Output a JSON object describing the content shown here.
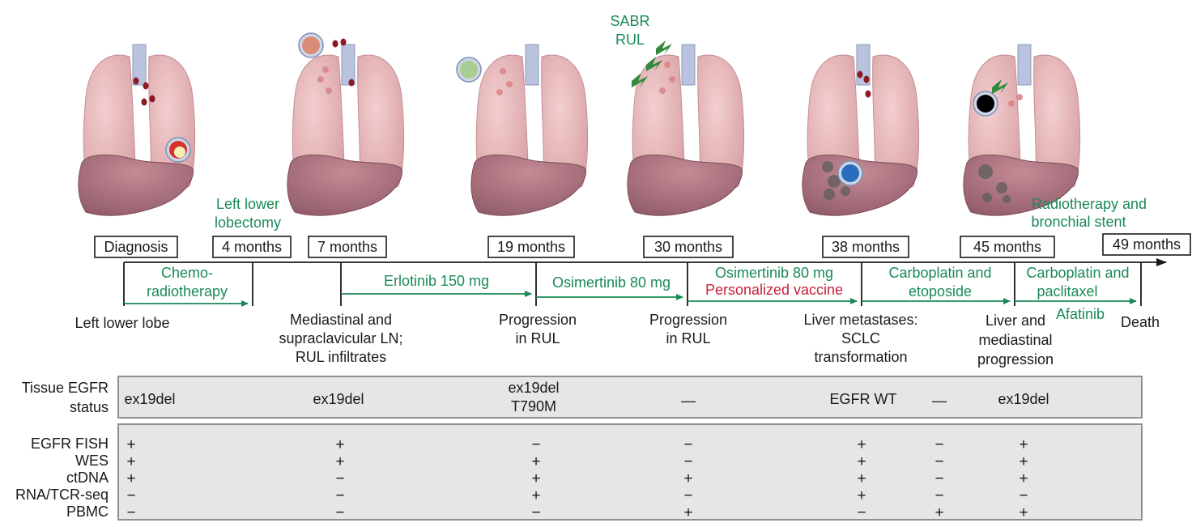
{
  "colors": {
    "treatment_green": "#1a8a55",
    "vaccine_red": "#c8203c",
    "lung_pink": "#e8b7b9",
    "liver_mauve": "#a8717e",
    "panel_gray": "#e6e6e6",
    "panel_border": "#8f8f8f"
  },
  "timepoints": [
    {
      "label": "Diagnosis"
    },
    {
      "label": "4 months"
    },
    {
      "label": "7 months"
    },
    {
      "label": "19 months"
    },
    {
      "label": "30 months"
    },
    {
      "label": "38 months"
    },
    {
      "label": "45 months"
    },
    {
      "label": "49 months"
    }
  ],
  "annotations": {
    "surgery": [
      "Left lower",
      "lobectomy"
    ],
    "sabr": [
      "SABR",
      "RUL"
    ],
    "radiotherapy": [
      "Radiotherapy and",
      "bronchial stent"
    ]
  },
  "treatments": [
    {
      "lines": [
        "Chemo-",
        "radiotherapy"
      ]
    },
    {
      "lines": [
        "Erlotinib 150 mg"
      ]
    },
    {
      "lines": [
        "Osimertinib 80 mg"
      ]
    },
    {
      "lines": [
        "Osimertinib 80 mg"
      ],
      "lines_red": [
        "Personalized vaccine"
      ]
    },
    {
      "lines": [
        "Carboplatin and",
        "etoposide"
      ]
    },
    {
      "lines": [
        "Carboplatin and",
        "paclitaxel"
      ]
    },
    {
      "lines": [
        "Afatinib"
      ]
    }
  ],
  "events": [
    {
      "lines": [
        "Left lower lobe"
      ]
    },
    {
      "lines": [
        "Mediastinal and",
        "supraclavicular LN;",
        "RUL infiltrates"
      ]
    },
    {
      "lines": [
        "Progression",
        "in RUL"
      ]
    },
    {
      "lines": [
        "Progression",
        "in RUL"
      ]
    },
    {
      "lines": [
        "Liver metastases:",
        "SCLC",
        "transformation"
      ]
    },
    {
      "lines": [
        "Liver and",
        "mediastinal",
        "progression"
      ]
    },
    {
      "lines": [
        "Death"
      ]
    }
  ],
  "tissue_panel": {
    "row_label": [
      "Tissue EGFR",
      "status"
    ],
    "cells": [
      [
        "ex19del"
      ],
      [
        "ex19del"
      ],
      [
        "ex19del",
        "T790M"
      ],
      [
        "—"
      ],
      [
        "EGFR WT"
      ],
      [
        "—"
      ],
      [
        "ex19del"
      ]
    ]
  },
  "assay_panel": {
    "rows": [
      {
        "label": "EGFR FISH",
        "values": [
          "+",
          "+",
          "−",
          "−",
          "+",
          "−",
          "+"
        ]
      },
      {
        "label": "WES",
        "values": [
          "+",
          "+",
          "+",
          "−",
          "+",
          "−",
          "+"
        ]
      },
      {
        "label": "ctDNA",
        "values": [
          "+",
          "−",
          "+",
          "+",
          "+",
          "−",
          "+"
        ]
      },
      {
        "label": "RNA/TCR-seq",
        "values": [
          "−",
          "−",
          "+",
          "−",
          "+",
          "−",
          "−"
        ]
      },
      {
        "label": "PBMC",
        "values": [
          "−",
          "−",
          "−",
          "+",
          "−",
          "+",
          "+"
        ]
      }
    ]
  }
}
